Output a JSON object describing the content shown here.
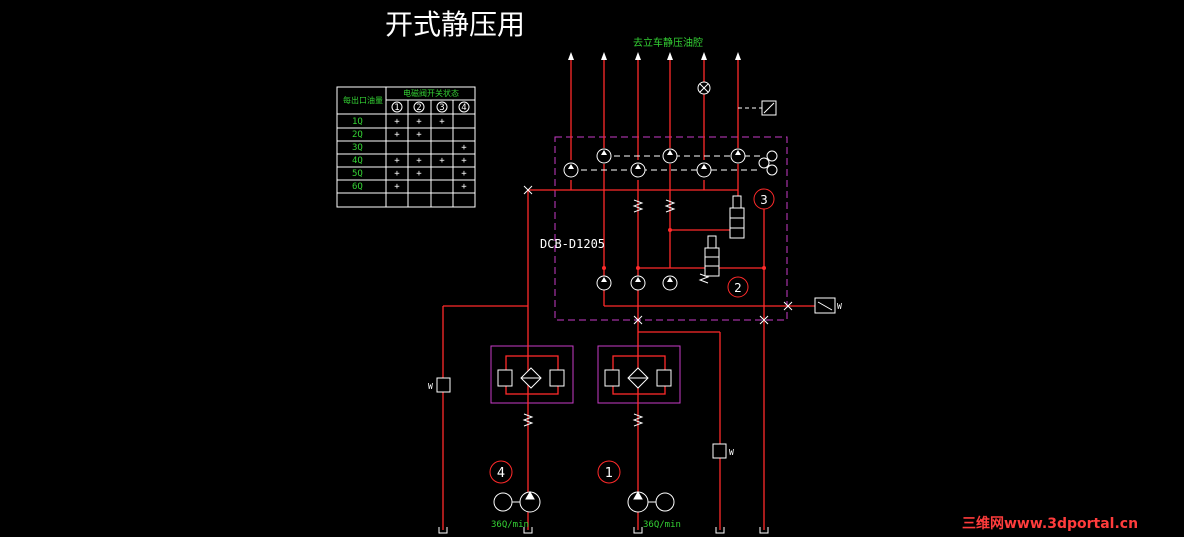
{
  "title": "开式静压用",
  "top_note": "去立车静压油腔",
  "block_label": "DCB-D1205",
  "flow_1": "36Q/min",
  "flow_2": "36Q/min",
  "badges": [
    "1",
    "2",
    "3",
    "4"
  ],
  "w_mark": "W",
  "table": {
    "header_left": "每出口油量",
    "header_right": "电磁阀开关状态",
    "valve_cols": [
      "1",
      "2",
      "3",
      "4"
    ],
    "rows": [
      {
        "label": "1Q",
        "marks": [
          "+",
          "+",
          "+",
          ""
        ]
      },
      {
        "label": "2Q",
        "marks": [
          "+",
          "+",
          "",
          ""
        ]
      },
      {
        "label": "3Q",
        "marks": [
          "",
          "",
          "",
          "+"
        ]
      },
      {
        "label": "4Q",
        "marks": [
          "+",
          "+",
          "+",
          "+"
        ]
      },
      {
        "label": "5Q",
        "marks": [
          "+",
          "+",
          "",
          "+"
        ]
      },
      {
        "label": "6Q",
        "marks": [
          "+",
          "",
          "",
          "+"
        ]
      }
    ]
  },
  "watermark": "三维网www.3dportal.cn",
  "colors": {
    "line": "#ff2a2a",
    "frame": "#c83cc8",
    "symbol": "#ffffff",
    "note": "#34d234",
    "title": "#ffffff",
    "watermark": "#ff3c3c"
  }
}
